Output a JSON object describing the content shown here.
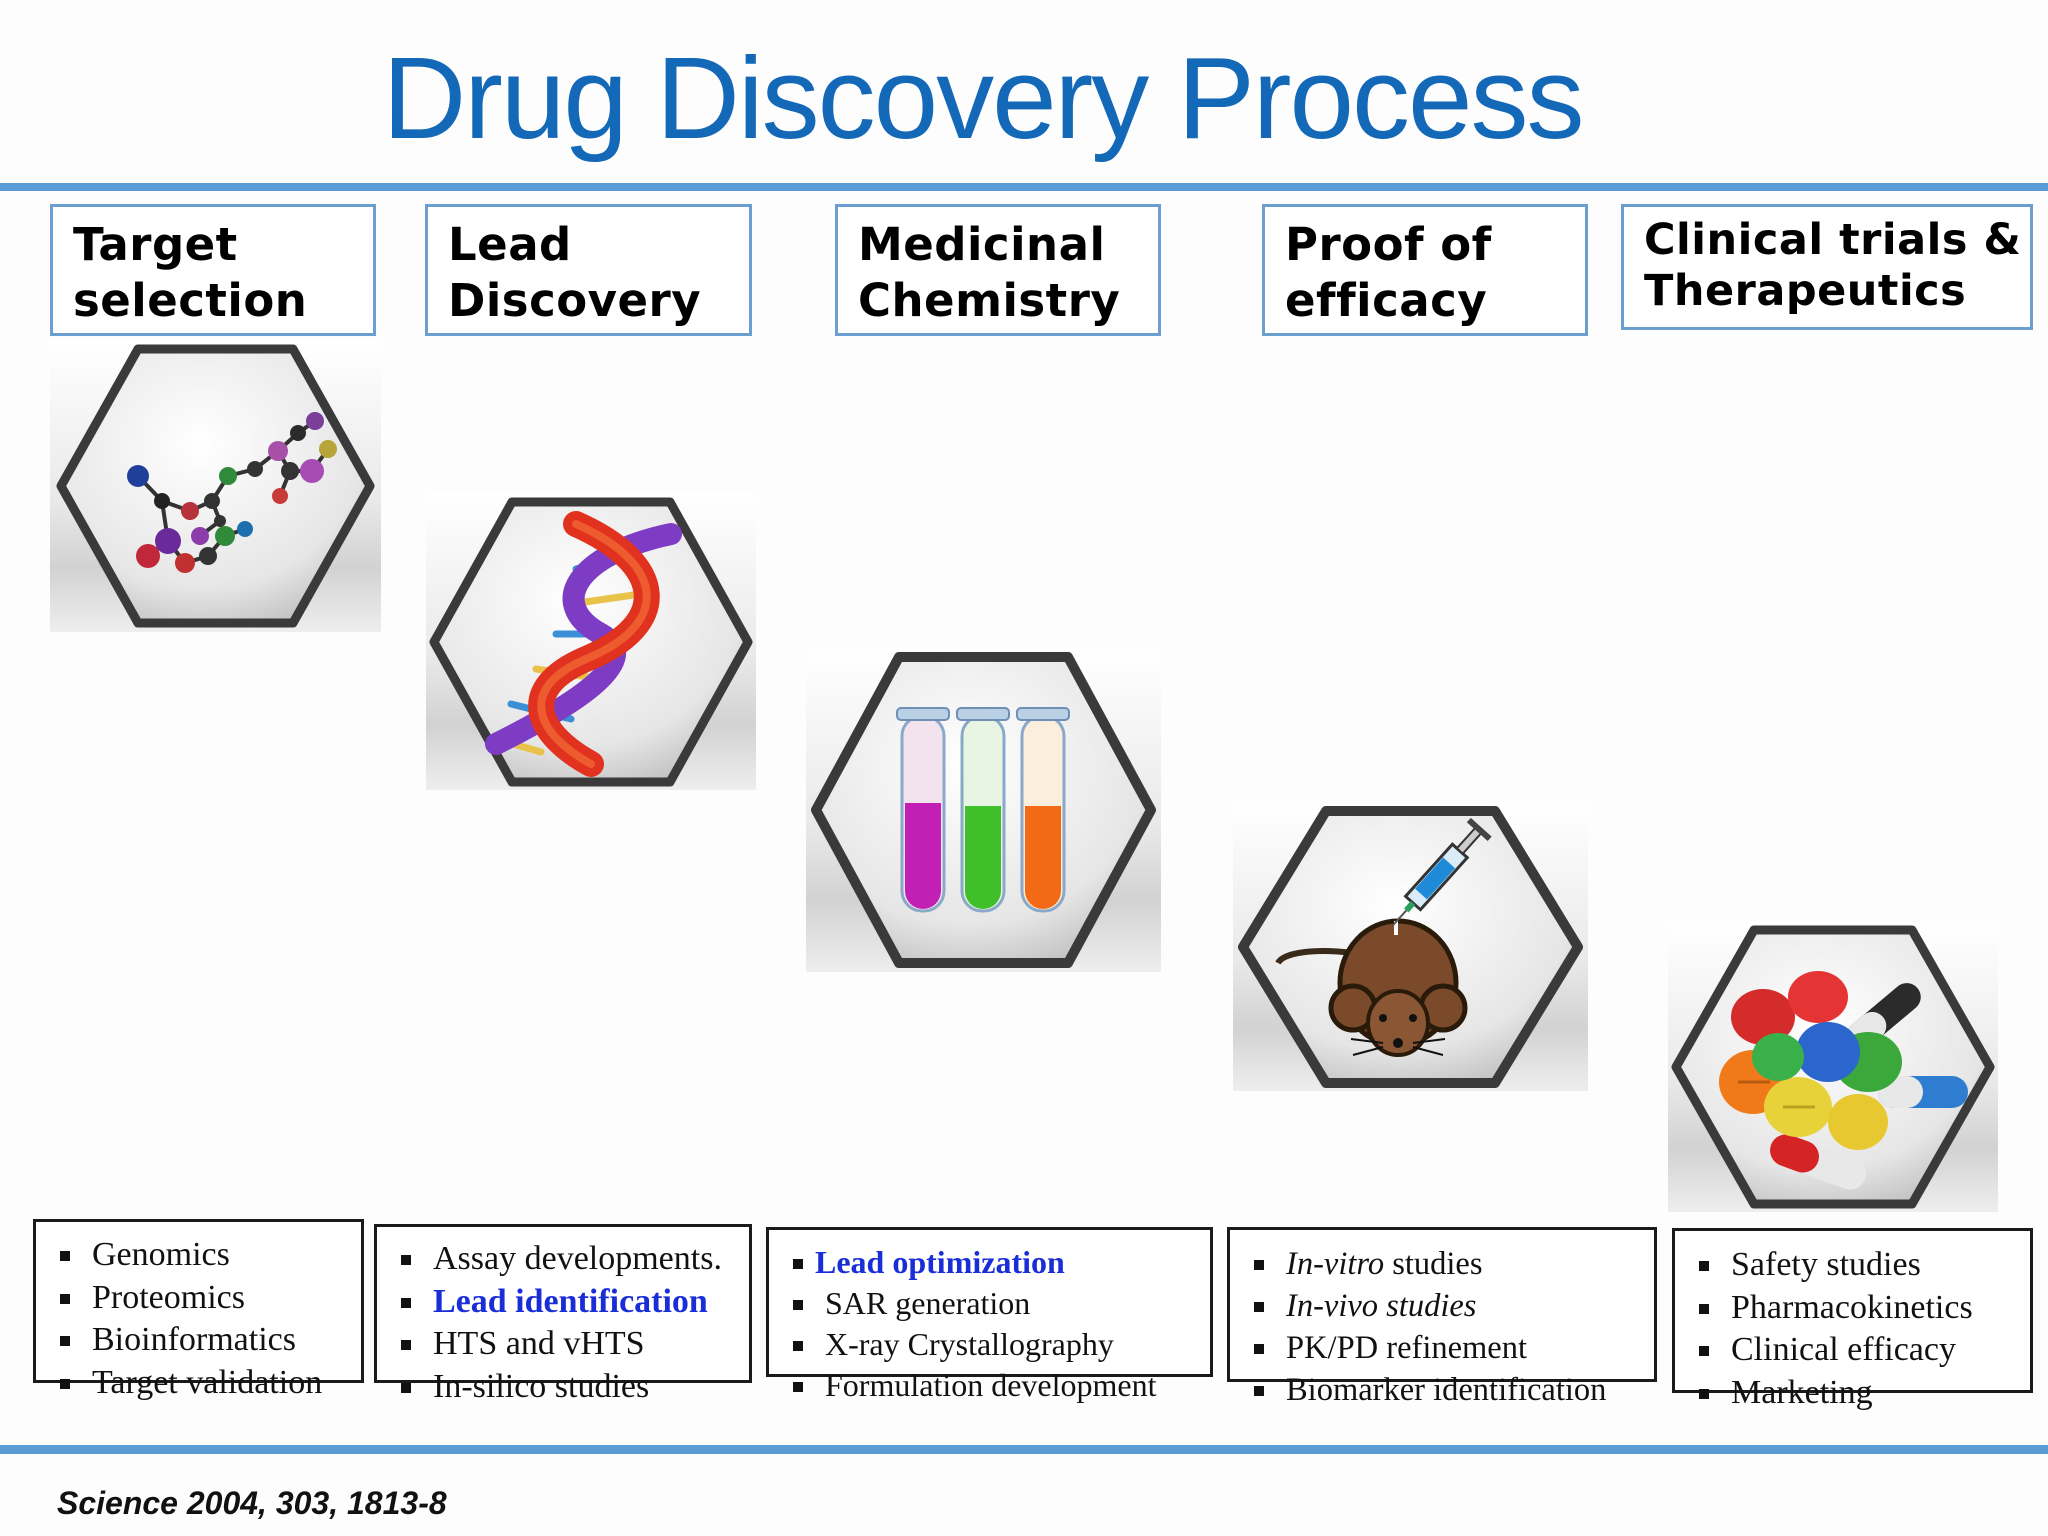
{
  "title": "Drug Discovery Process",
  "stages": [
    {
      "heading_line1": "Target",
      "heading_line2": "selection",
      "icon": "molecule-icon"
    },
    {
      "heading_line1": "Lead",
      "heading_line2": "Discovery",
      "icon": "dna-helix-icon"
    },
    {
      "heading_line1": "Medicinal",
      "heading_line2": "Chemistry",
      "icon": "test-tubes-icon"
    },
    {
      "heading_line1": "Proof of",
      "heading_line2": "efficacy",
      "icon": "mouse-syringe-icon"
    },
    {
      "heading_line1": "Clinical trials &",
      "heading_line2": "Therapeutics",
      "icon": "pills-capsules-icon"
    }
  ],
  "lists": [
    [
      "Genomics",
      "Proteomics",
      "Bioinformatics",
      "Target validation"
    ],
    [
      "Assay developments.",
      "Lead identification",
      "HTS and vHTS",
      "In-silico studies"
    ],
    [
      "Lead optimization",
      "SAR generation",
      "X-ray Crystallography",
      "Formulation development"
    ],
    [
      "In-vitro",
      "studies",
      "In-vivo studies",
      "PK/PD refinement",
      "Biomarker identification"
    ],
    [
      "Safety studies",
      "Pharmacokinetics",
      "Clinical efficacy",
      "Marketing"
    ]
  ],
  "colors": {
    "title": "#1468b8",
    "rule": "#5b9bd5",
    "highlight": "#1a2ed8"
  },
  "citation": "Science 2004, 303, 1813-8"
}
